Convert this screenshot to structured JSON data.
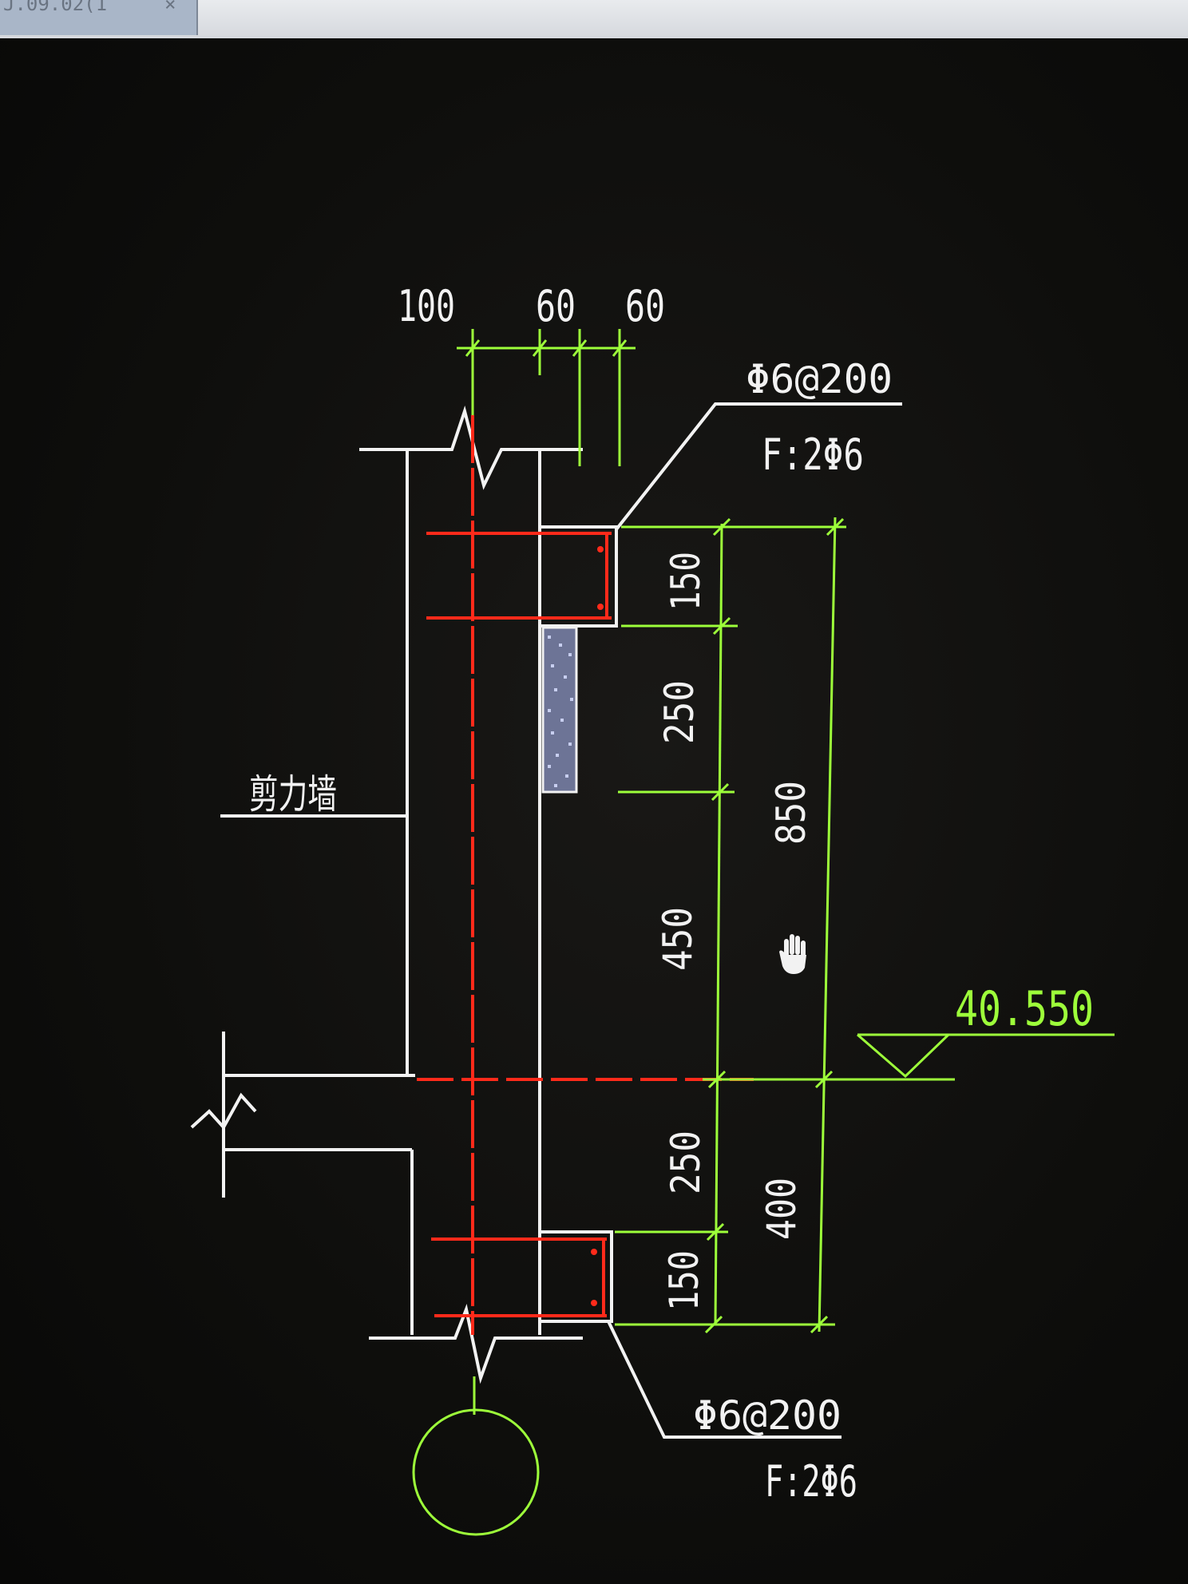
{
  "window": {
    "tab_title": "J.09.02(1",
    "tab_close": "×"
  },
  "drawing": {
    "top_dims": [
      "100",
      "60",
      "60"
    ],
    "rebar_top": {
      "spec": "Φ6@200",
      "bars": "F:2Φ6"
    },
    "rebar_bottom": {
      "spec": "Φ6@200",
      "bars": "F:2Φ6"
    },
    "wall_label": "剪力墙",
    "elevation": "40.550",
    "right_dims": [
      "150",
      "250",
      "450",
      "250",
      "150"
    ],
    "overall_dims": [
      "850",
      "400"
    ]
  },
  "colors": {
    "background": "#0b0b0a",
    "outline": "#f2f2f2",
    "dimension": "#9dff3a",
    "rebar": "#ff2a1a",
    "hatch": "#aab3d8"
  },
  "cursor": "hand-cursor-icon"
}
